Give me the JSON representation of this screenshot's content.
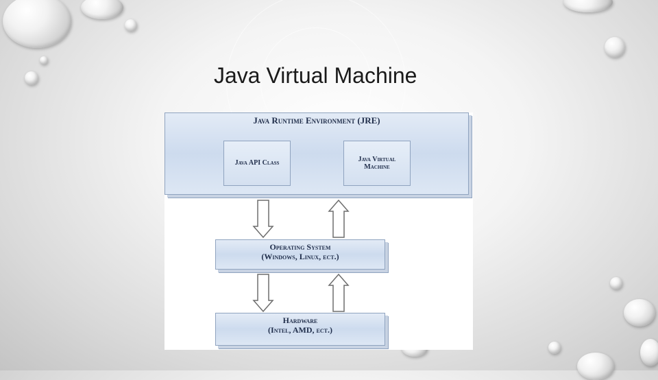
{
  "slide": {
    "title": "Java Virtual Machine"
  },
  "diagram": {
    "jre": {
      "label": "Java Runtime Environment (JRE)"
    },
    "api_class": {
      "label": "Java API Class"
    },
    "jvm": {
      "line1": "Java Virtual",
      "line2": "Machine"
    },
    "os": {
      "line1": "Operating System",
      "line2": "(Windows, Linux, ect.)"
    },
    "hardware": {
      "line1": "Hardware",
      "line2": "(Intel, AMD, ect.)"
    }
  },
  "colors": {
    "box_fill": "#cddbee",
    "box_border": "#8fa3bf",
    "text": "#1f2d4a"
  }
}
